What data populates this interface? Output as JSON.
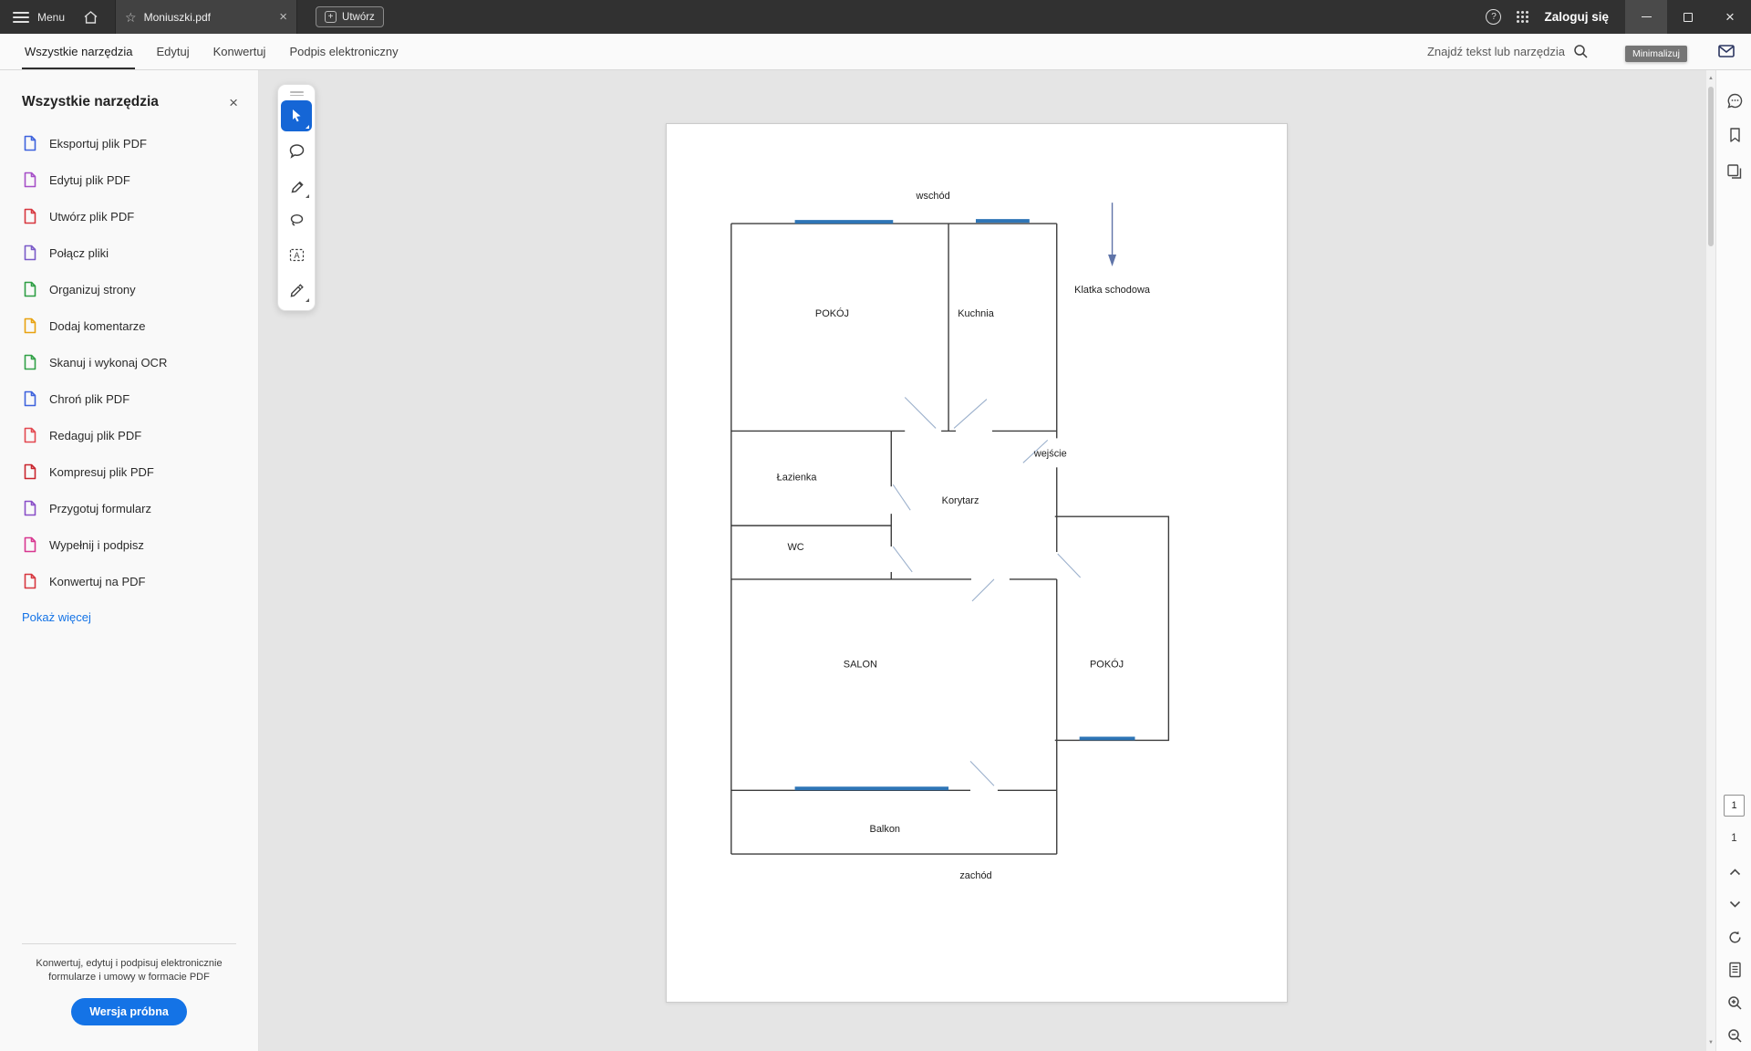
{
  "theme": {
    "accent": "#1473E6",
    "active-tool": "#1566D6",
    "plan-window": "#2E75B6"
  },
  "titlebar": {
    "menu_label": "Menu",
    "document_tab": {
      "title": "Moniuszki.pdf"
    },
    "create_button_label": "Utwórz",
    "sign_in_label": "Zaloguj się"
  },
  "ribbon": {
    "tabs": [
      {
        "label": "Wszystkie narzędzia"
      },
      {
        "label": "Edytuj"
      },
      {
        "label": "Konwertuj"
      },
      {
        "label": "Podpis elektroniczny"
      }
    ],
    "active_tab": "Wszystkie narzędzia",
    "search_label": "Znajdź tekst lub narzędzia",
    "minimize_tooltip": "Minimalizuj"
  },
  "tools_panel": {
    "title": "Wszystkie narzędzia",
    "tools": [
      {
        "label": "Eksportuj plik PDF",
        "icon": "export-pdf-icon",
        "color": "#3E63DD"
      },
      {
        "label": "Edytuj plik PDF",
        "icon": "edit-pdf-icon",
        "color": "#A64FC8"
      },
      {
        "label": "Utwórz plik PDF",
        "icon": "create-pdf-icon",
        "color": "#D7373F"
      },
      {
        "label": "Połącz pliki",
        "icon": "combine-files-icon",
        "color": "#7A5AC8"
      },
      {
        "label": "Organizuj strony",
        "icon": "organize-pages-icon",
        "color": "#2E9E44"
      },
      {
        "label": "Dodaj komentarze",
        "icon": "add-comments-icon",
        "color": "#E8A210"
      },
      {
        "label": "Skanuj i wykonaj OCR",
        "icon": "scan-ocr-icon",
        "color": "#31A147"
      },
      {
        "label": "Chroń plik PDF",
        "icon": "protect-pdf-icon",
        "color": "#3E63DD"
      },
      {
        "label": "Redaguj plik PDF",
        "icon": "redact-pdf-icon",
        "color": "#E34850"
      },
      {
        "label": "Kompresuj plik PDF",
        "icon": "compress-pdf-icon",
        "color": "#C9252D"
      },
      {
        "label": "Przygotuj formularz",
        "icon": "prepare-form-icon",
        "color": "#8A4FC8"
      },
      {
        "label": "Wypełnij i podpisz",
        "icon": "fill-sign-icon",
        "color": "#D83790"
      },
      {
        "label": "Konwertuj na PDF",
        "icon": "convert-pdf-icon",
        "color": "#D7373F"
      }
    ],
    "show_more_label": "Pokaż więcej",
    "promo_text": "Konwertuj, edytuj i podpisuj elektronicznie formularze i umowy w formacie PDF",
    "trial_button_label": "Wersja próbna"
  },
  "viewer": {
    "page_number": "1",
    "page_count": "1"
  },
  "floorplan": {
    "labels": {
      "east": "wschód",
      "west": "zachód",
      "room_top": "POKÓJ",
      "kitchen": "Kuchnia",
      "staircase": "Klatka schodowa",
      "bathroom": "Łazienka",
      "entrance": "wejście",
      "hallway": "Korytarz",
      "wc": "WC",
      "living_room": "SALON",
      "room_right": "POKÓJ",
      "balcony": "Balkon"
    }
  },
  "icons": {
    "star": "☆",
    "close": "×",
    "help": "?",
    "plus": "+",
    "scroll_up": "▲",
    "scroll_down": "▼",
    "text_select_glyph": "A"
  }
}
